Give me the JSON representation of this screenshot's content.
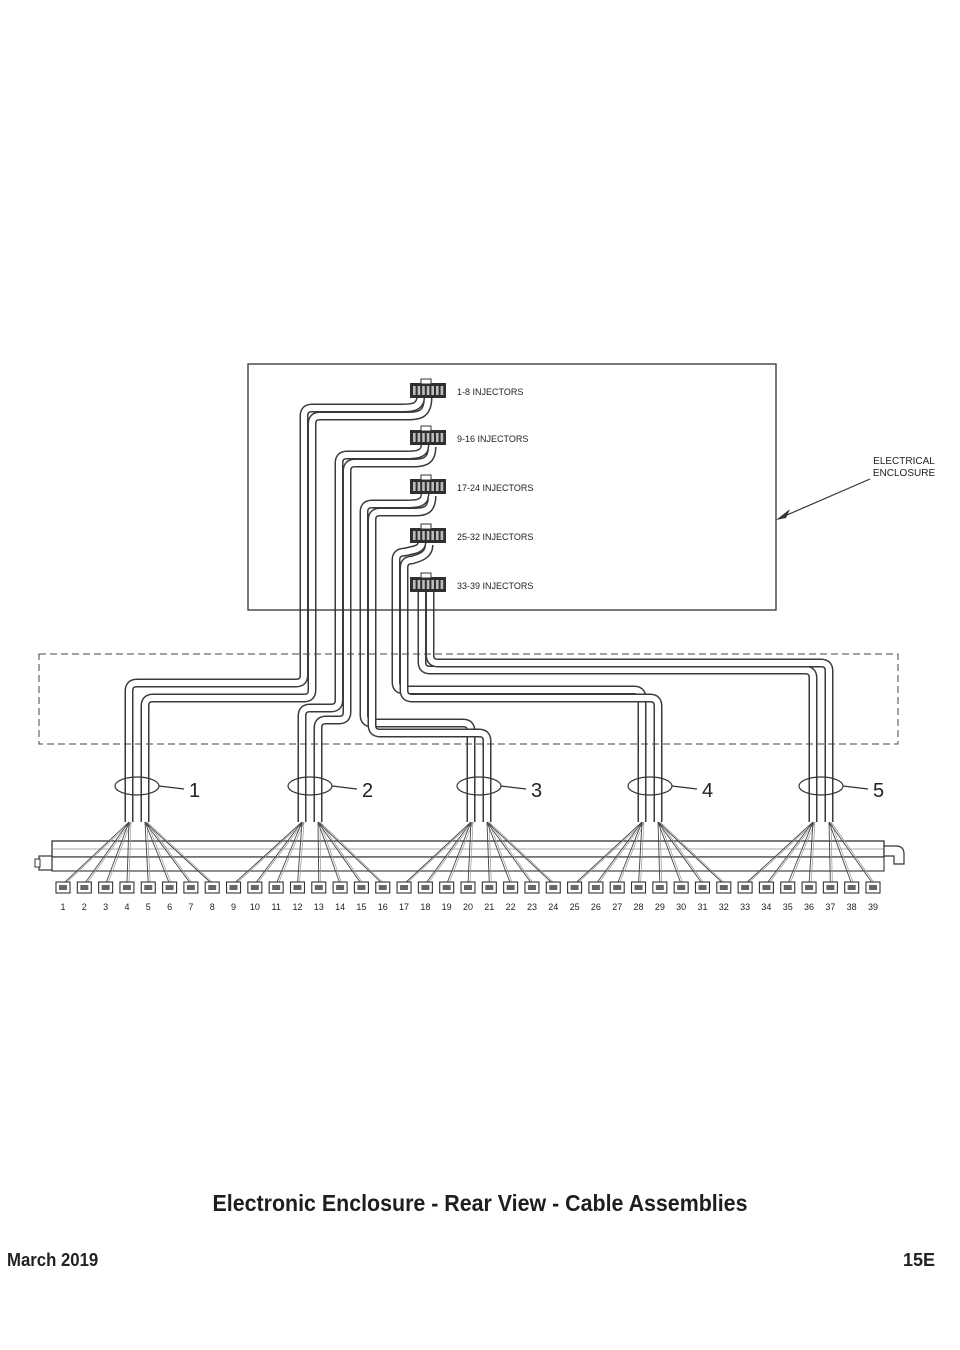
{
  "enclosure": {
    "label_lines": [
      "ELECTRICAL",
      "ENCLOSURE"
    ],
    "connectors": [
      "1-8 INJECTORS",
      "9-16 INJECTORS",
      "17-24 INJECTORS",
      "25-32 INJECTORS",
      "33-39 INJECTORS"
    ]
  },
  "cable_callouts": [
    "1",
    "2",
    "3",
    "4",
    "5"
  ],
  "injector_numbers": [
    "1",
    "2",
    "3",
    "4",
    "5",
    "6",
    "7",
    "8",
    "9",
    "10",
    "11",
    "12",
    "13",
    "14",
    "15",
    "16",
    "17",
    "18",
    "19",
    "20",
    "21",
    "22",
    "23",
    "24",
    "25",
    "26",
    "27",
    "28",
    "29",
    "30",
    "31",
    "32",
    "33",
    "34",
    "35",
    "36",
    "37",
    "38",
    "39"
  ],
  "caption": "Electronic Enclosure - Rear View - Cable Assemblies",
  "footer": {
    "date": "March 2019",
    "page": "15E"
  }
}
